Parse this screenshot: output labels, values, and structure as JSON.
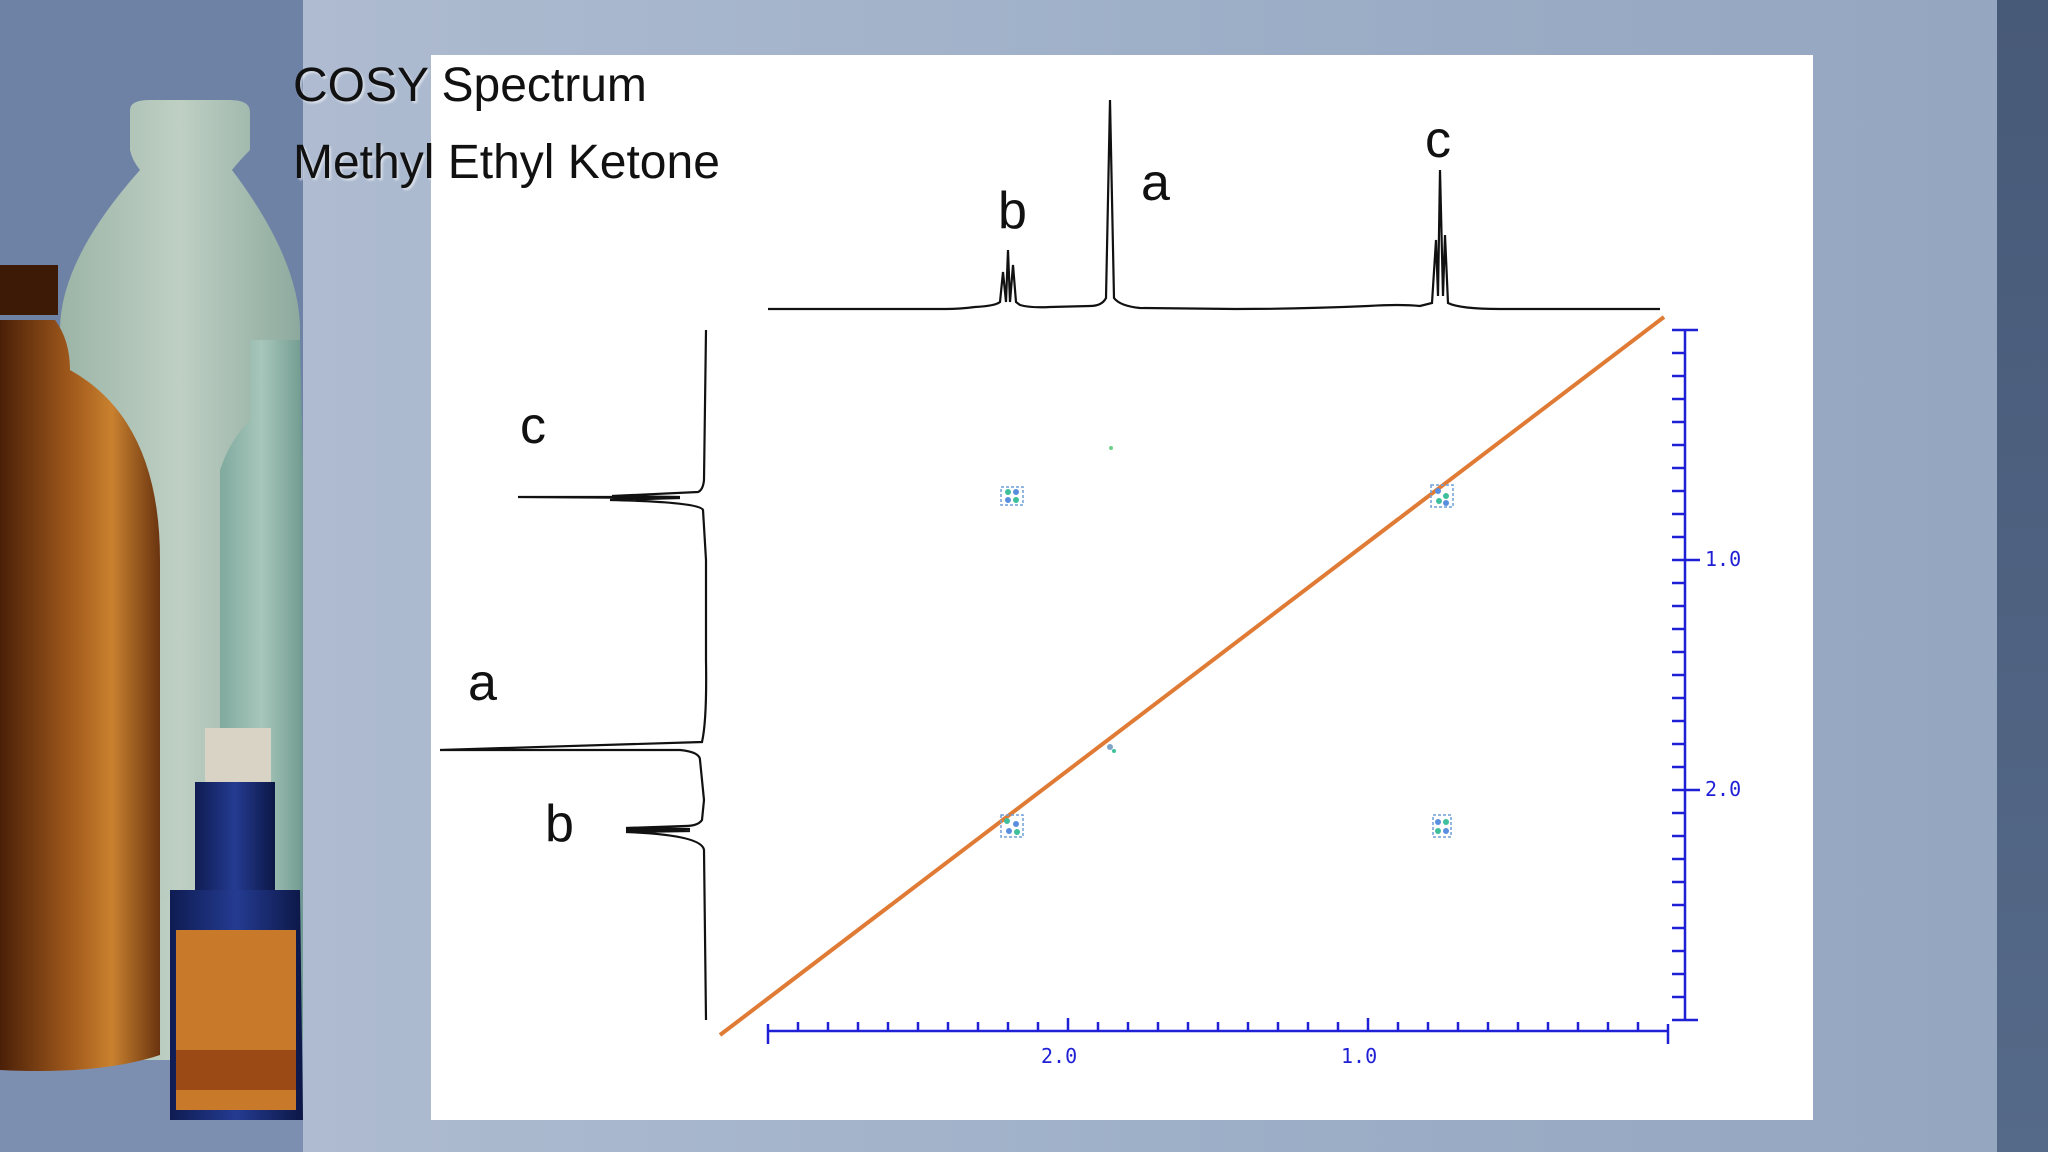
{
  "slide": {
    "title_line1": "COSY Spectrum",
    "title_line2": "Methyl Ethyl Ketone"
  },
  "peaks": {
    "top": {
      "b": "b",
      "a": "a",
      "c": "c"
    },
    "side": {
      "c": "c",
      "a": "a",
      "b": "b"
    }
  },
  "axes": {
    "x_ticks": [
      "2.0",
      "1.0"
    ],
    "y_ticks": [
      "1.0",
      "2.0"
    ]
  },
  "colors": {
    "axis": "#1f1fd6",
    "diagonal_line": "#e07b35",
    "cross_peak": "#4aa8c8",
    "spectrum_trace": "#111111"
  }
}
